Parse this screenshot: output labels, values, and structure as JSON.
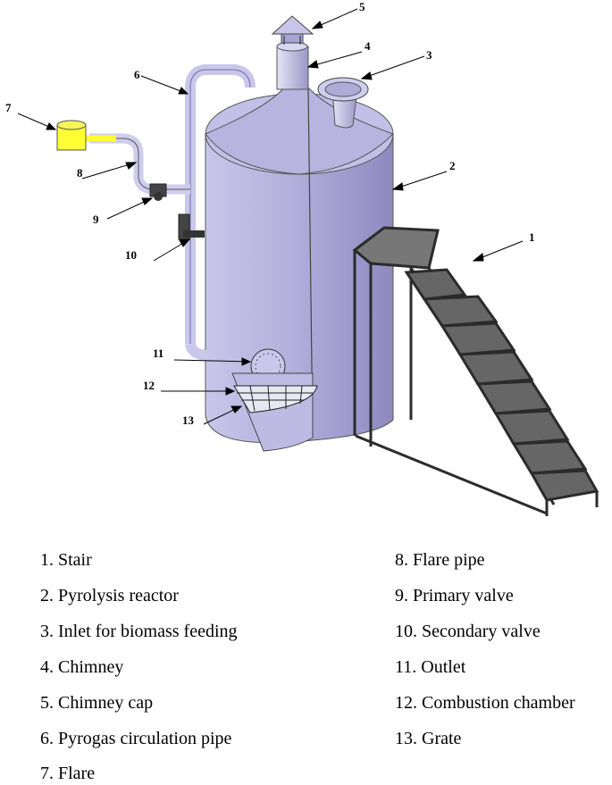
{
  "callouts": {
    "n1": "1",
    "n2": "2",
    "n3": "3",
    "n4": "4",
    "n5": "5",
    "n6": "6",
    "n7": "7",
    "n8": "8",
    "n9": "9",
    "n10": "10",
    "n11": "11",
    "n12": "12",
    "n13": "13"
  },
  "legend": {
    "left": [
      "1. Stair",
      "2. Pyrolysis reactor",
      "3. Inlet for biomass feeding",
      "4. Chimney",
      "5. Chimney cap",
      "6. Pyrogas circulation pipe",
      "7. Flare"
    ],
    "right": [
      "8. Flare pipe",
      "9. Primary valve",
      "10. Secondary valve",
      "11. Outlet",
      "12. Combustion chamber",
      "13. Grate"
    ]
  },
  "colors": {
    "reactor_body": "#b9b6e0",
    "reactor_shade": "#8f8bc2",
    "flare": "#ffff33",
    "stair": "#2b2b2b",
    "background": "#ffffff"
  }
}
